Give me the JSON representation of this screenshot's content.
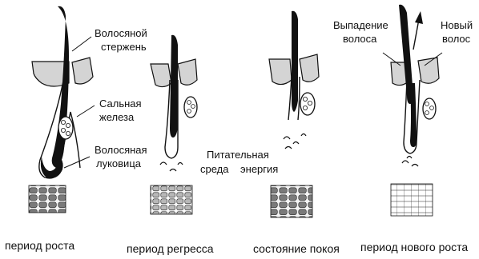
{
  "labels": {
    "hair_shaft_1": "Волосяной",
    "hair_shaft_2": "стержень",
    "sebaceous_1": "Сальная",
    "sebaceous_2": "железа",
    "bulb_1": "Волосяная",
    "bulb_2": "луковица",
    "nutrient_1": "Питательная",
    "nutrient_2": "среда",
    "energy": "энергия",
    "hair_loss_1": "Выпадение",
    "hair_loss_2": "волоса",
    "new_hair_1": "Новый",
    "new_hair_2": "волос"
  },
  "captions": {
    "growth": "период роста",
    "regress": "период регресса",
    "rest": "состояние покоя",
    "new_growth": "период нового роста"
  },
  "colors": {
    "skin": "#d4d4d4",
    "tissue": "#6e6e6e",
    "ink": "#111111"
  }
}
